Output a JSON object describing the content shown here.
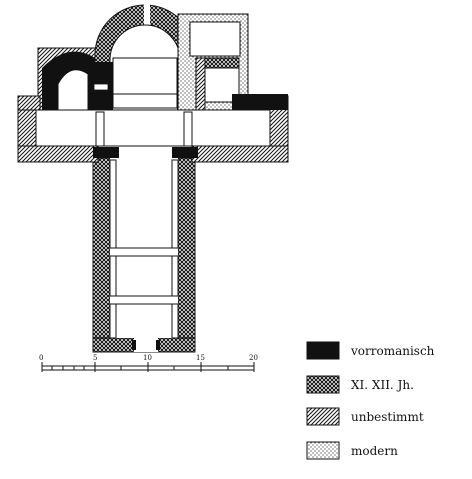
{
  "legend": [
    {
      "label": "vorromanisch",
      "pattern": "solid"
    },
    {
      "label": "XI. XII. Jh.",
      "pattern": "crosshatch"
    },
    {
      "label": "unbestimmt",
      "pattern": "diagonal"
    },
    {
      "label": "modern",
      "pattern": "dotted"
    }
  ],
  "scale": {
    "ticks": [
      "0",
      "5",
      "10",
      "15",
      "20"
    ]
  },
  "colors": {
    "ink": "#111111",
    "paper": "#ffffff"
  }
}
